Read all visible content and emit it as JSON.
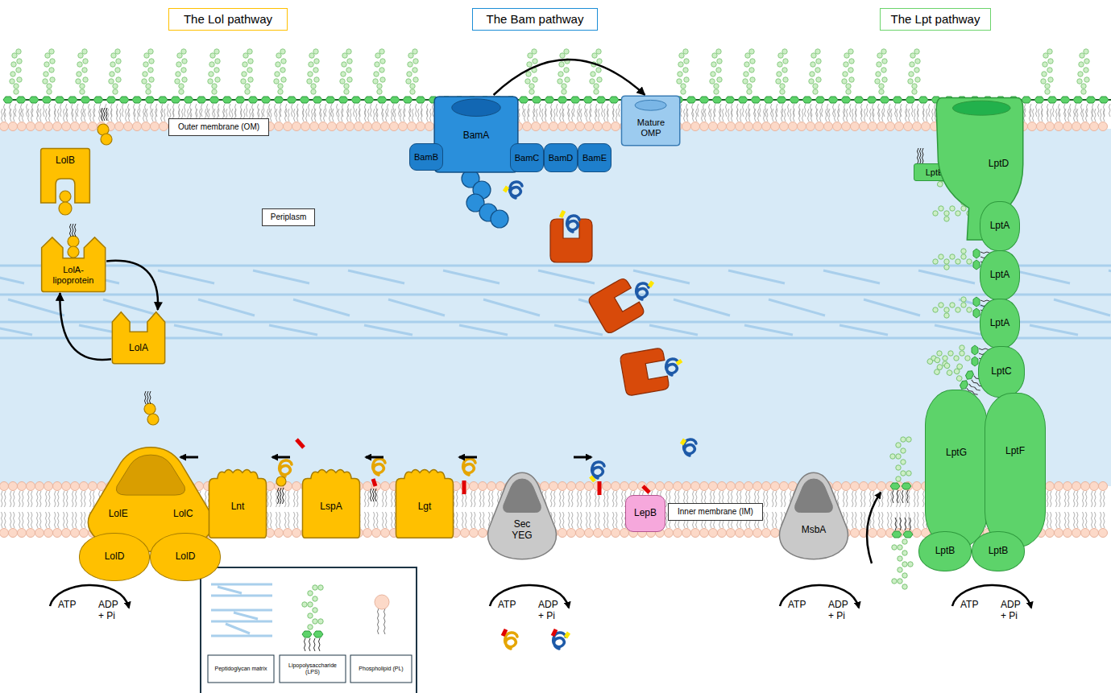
{
  "diagram": {
    "nodes": [
      {
        "text": [
          "The Lol pathway"
        ]
      },
      {
        "text": [
          "The Bam pathway"
        ]
      },
      {
        "text": [
          "The Lpt pathway"
        ]
      },
      {
        "text": [
          "BamA"
        ]
      },
      {
        "text": [
          "Mature OMP"
        ]
      },
      {
        "text": [
          "LolB"
        ]
      },
      {
        "text": [
          "Outer membrane (OM)"
        ]
      },
      {
        "text": [
          "BamB"
        ]
      },
      {
        "text": [
          "BamC"
        ]
      },
      {
        "text": [
          "BamD"
        ]
      },
      {
        "text": [
          "BamE"
        ]
      },
      {
        "text": [
          "LptE"
        ]
      },
      {
        "text": [
          "LptD"
        ]
      },
      {
        "text": [
          "Periplasm"
        ]
      },
      {
        "text": [
          "LolA- lipoprotein"
        ]
      },
      {
        "text": [
          "LptA"
        ]
      },
      {
        "text": [
          "LptA"
        ]
      },
      {
        "text": [
          "LolA"
        ]
      },
      {
        "text": [
          "LptA"
        ]
      },
      {
        "text": [
          "LptC"
        ]
      },
      {
        "text": [
          "LolE",
          "LolC"
        ]
      },
      {
        "text": [
          "LptG"
        ]
      },
      {
        "text": [
          "LptF"
        ]
      },
      {
        "text": [
          "Lnt"
        ]
      },
      {
        "text": [
          "LspA"
        ]
      },
      {
        "text": [
          "Lgt"
        ]
      },
      {
        "text": [
          "Sec YEG"
        ]
      },
      {
        "text": [
          "LepB"
        ]
      },
      {
        "text": [
          "Inner membrane (IM)"
        ]
      },
      {
        "text": [
          "MsbA"
        ]
      },
      {
        "text": [
          "LolD"
        ]
      },
      {
        "text": [
          "LolD"
        ]
      },
      {
        "text": [
          "LptB"
        ]
      },
      {
        "text": [
          "LptB"
        ]
      }
    ],
    "edges": [
      {
        "from": 3,
        "to": 4,
        "arrow": "to"
      },
      {
        "from": 14,
        "to": 17,
        "arrow": "to"
      },
      {
        "from": 17,
        "to": 14,
        "arrow": "to"
      }
    ],
    "labels": [
      "ATP",
      "ADP + Pi",
      "ATP",
      "ADP + Pi",
      "ATP",
      "ADP + Pi",
      "ATP",
      "ADP + Pi"
    ],
    "legend": [
      {
        "text": "Peptidoglycan matrix"
      },
      {
        "text": "Lipopolysaccharide (LPS)"
      },
      {
        "text": "Phospholipid (PL)"
      }
    ]
  }
}
